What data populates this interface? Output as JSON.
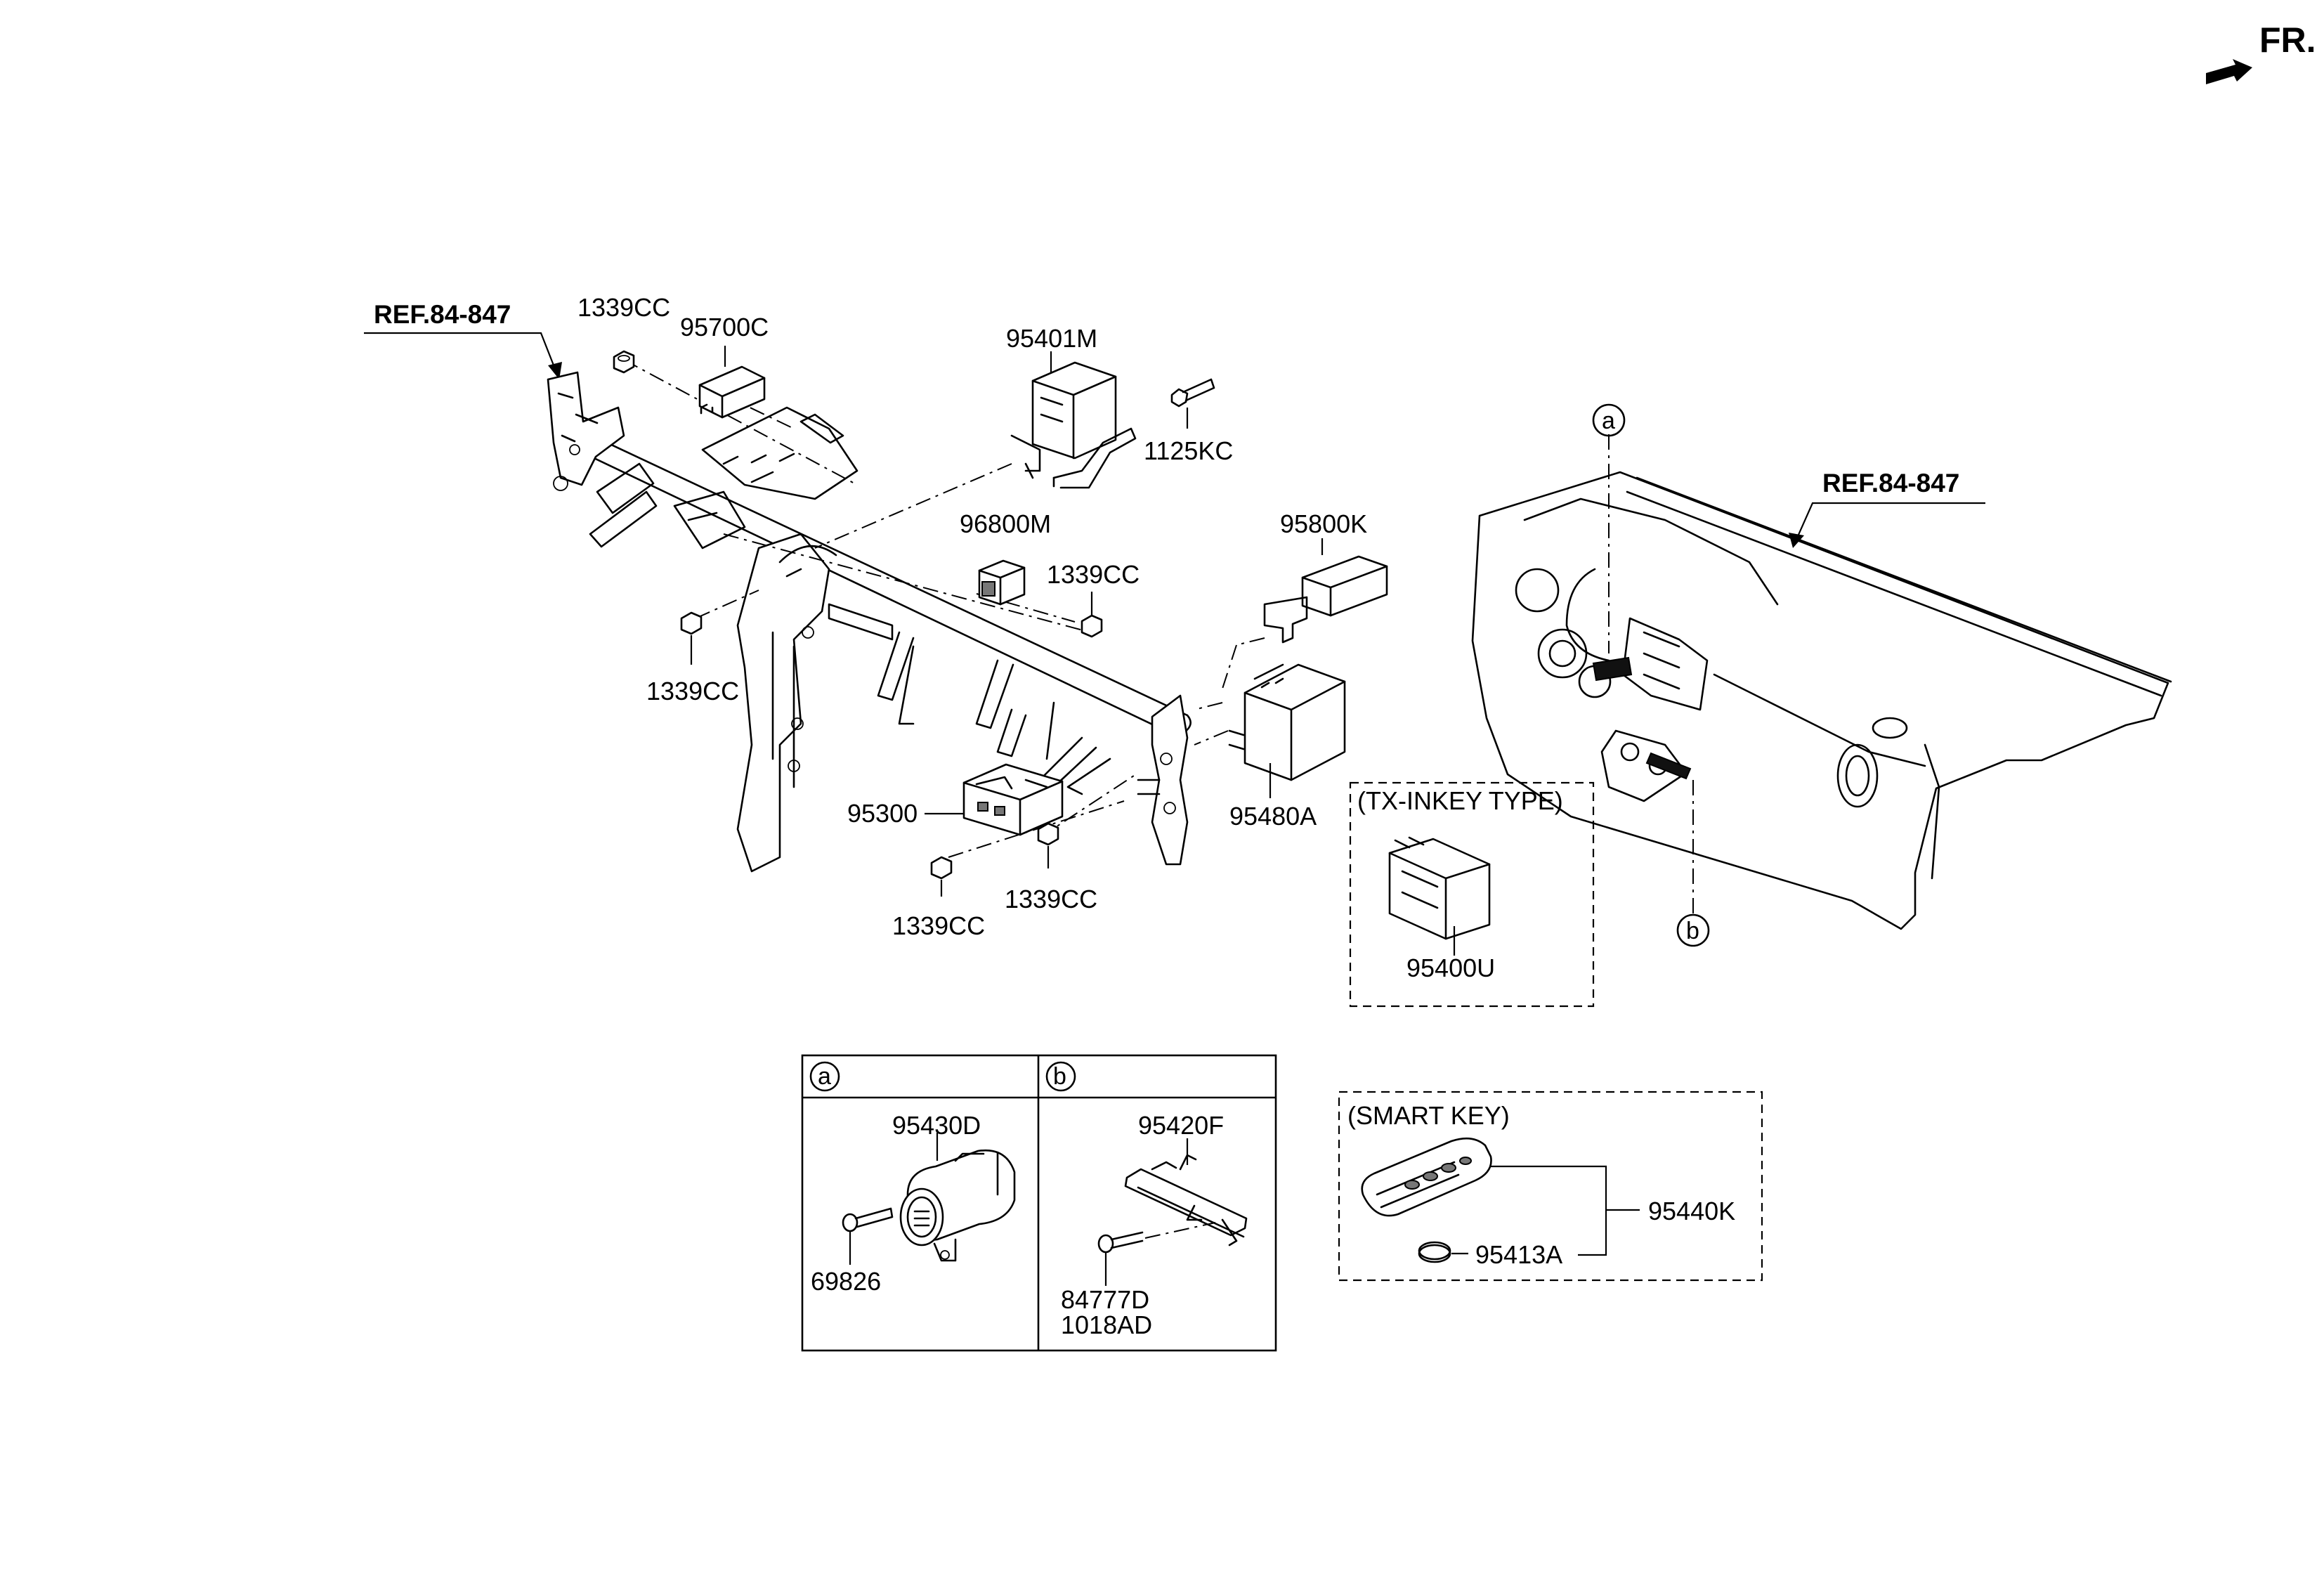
{
  "direction": {
    "label": "FR.",
    "icon": "forward-arrow-icon"
  },
  "references": [
    "REF.84-847",
    "REF.84-847"
  ],
  "part_labels": {
    "p1339cc_a": "1339CC",
    "p95700c": "95700C",
    "p95401m": "95401M",
    "p1125kc": "1125KC",
    "p96800m": "96800M",
    "p1339cc_b": "1339CC",
    "p1339cc_c": "1339CC",
    "p95800k": "95800K",
    "p95480a": "95480A",
    "p95300": "95300",
    "p1339cc_d": "1339CC",
    "p1339cc_e": "1339CC"
  },
  "callouts": {
    "a": "a",
    "b": "b"
  },
  "tx_inkey_box": {
    "title": "(TX-INKEY TYPE)",
    "part": "95400U"
  },
  "detail_table": {
    "a": {
      "marker": "a",
      "parts": [
        "95430D",
        "69826"
      ]
    },
    "b": {
      "marker": "b",
      "parts": [
        "95420F",
        "84777D",
        "1018AD"
      ]
    }
  },
  "smart_key_box": {
    "title": "(SMART KEY)",
    "parts": [
      "95440K",
      "95413A"
    ]
  }
}
